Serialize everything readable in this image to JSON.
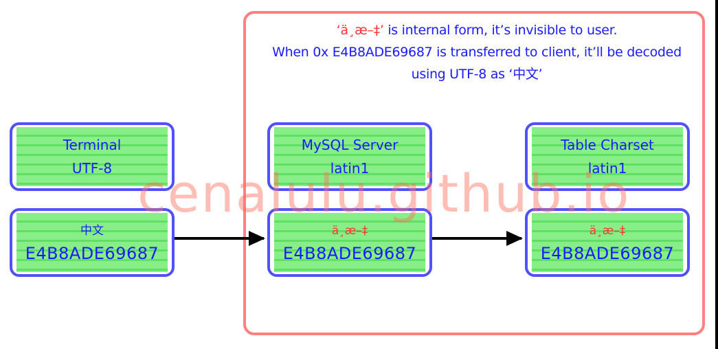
{
  "diagram": {
    "title_note": {
      "line1_quoted": "‘ä¸æ–‡’",
      "line1_rest": " is internal form, it’s invisible to user.",
      "line2": "When 0x E4B8ADE69687 is transferred to client, it’ll be decoded",
      "line3": "using UTF-8 as ‘中文’"
    },
    "columns": [
      {
        "header": {
          "title": "Terminal",
          "charset": "UTF-8"
        },
        "data": {
          "display": "中文",
          "display_color": "blue",
          "hex": "E4B8ADE69687"
        }
      },
      {
        "header": {
          "title": "MySQL Server",
          "charset": "latin1"
        },
        "data": {
          "display": "ä¸æ–‡",
          "display_color": "red",
          "hex": "E4B8ADE69687"
        }
      },
      {
        "header": {
          "title": "Table Charset",
          "charset": "latin1"
        },
        "data": {
          "display": "ä¸æ–‡",
          "display_color": "red",
          "hex": "E4B8ADE69687"
        }
      }
    ],
    "arrows": [
      {
        "from": "terminal-data",
        "to": "mysql-server-data"
      },
      {
        "from": "mysql-server-data",
        "to": "table-charset-data"
      }
    ],
    "watermark": "cenalulu.github.io",
    "colors": {
      "text_blue": "#1a1aff",
      "text_red": "#ff3333",
      "box_border": "#5050ff",
      "box_fill": "#88ee88",
      "frame_border": "#ff8080",
      "arrow": "#000000",
      "watermark": "#ff6e5a"
    }
  }
}
